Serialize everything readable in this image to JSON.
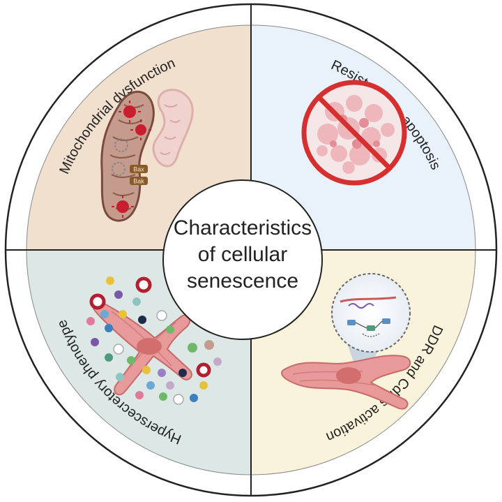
{
  "center": {
    "line1": "Characteristics",
    "line2": "of cellular",
    "line3": "senescence"
  },
  "quadrants": {
    "top_left": {
      "label": "Mitochondrial dysfunction",
      "color": "#f2e0cf"
    },
    "top_right": {
      "label": "Resistence to apoptosis",
      "color": "#e9f1fa"
    },
    "bottom_left": {
      "label": "Hyperscecretory phenotype",
      "color": "#dde8e6"
    },
    "bottom_right": {
      "label": "DDR and Cdkis activation",
      "color": "#f8f3da"
    }
  },
  "mito_labels": {
    "a": "Bax",
    "b": "Bak"
  },
  "colors": {
    "ring_border": "#222222",
    "divider": "#222222",
    "cell": "#e89a9a",
    "cell_stroke": "#c76a6a",
    "no_symbol": "#d62f2f",
    "mito_fill": "#caa08f",
    "mito_stroke": "#8a5a4a",
    "virus": "#c81e2e"
  },
  "icons": {
    "mito": "mitochondria-icon",
    "apoptosis": "no-apoptosis-icon",
    "secretory": "secretory-cell-icon",
    "ddr": "dna-damage-cell-icon"
  }
}
